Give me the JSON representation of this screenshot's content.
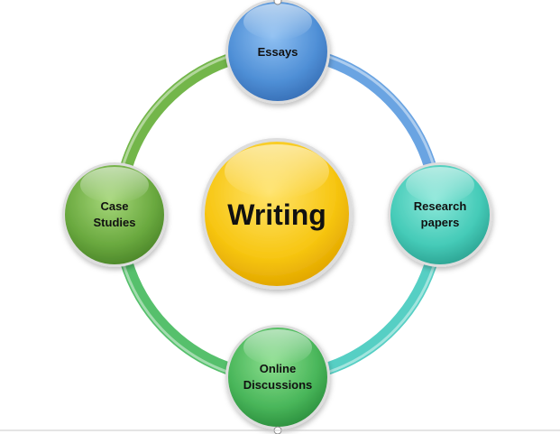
{
  "diagram": {
    "center": {
      "label_lines": [
        "Writing"
      ]
    },
    "nodes": [
      {
        "id": "essays",
        "label_lines": [
          "Essays"
        ]
      },
      {
        "id": "research-papers",
        "label_lines": [
          "Research",
          "papers"
        ]
      },
      {
        "id": "online-discussions",
        "label_lines": [
          "Online",
          "Discussions"
        ]
      },
      {
        "id": "case-studies",
        "label_lines": [
          "Case",
          "Studies"
        ]
      }
    ],
    "colors": {
      "blue": "#4f8fd6",
      "teal": "#45cbb8",
      "green": "#49b65a",
      "olive_green": "#6aa93f",
      "yellow": "#f7c612",
      "ring_blue": "#6aa4e2",
      "ring_teal": "#56cfc4",
      "ring_green": "#56c06c",
      "ring_olive": "#73b64a"
    }
  }
}
